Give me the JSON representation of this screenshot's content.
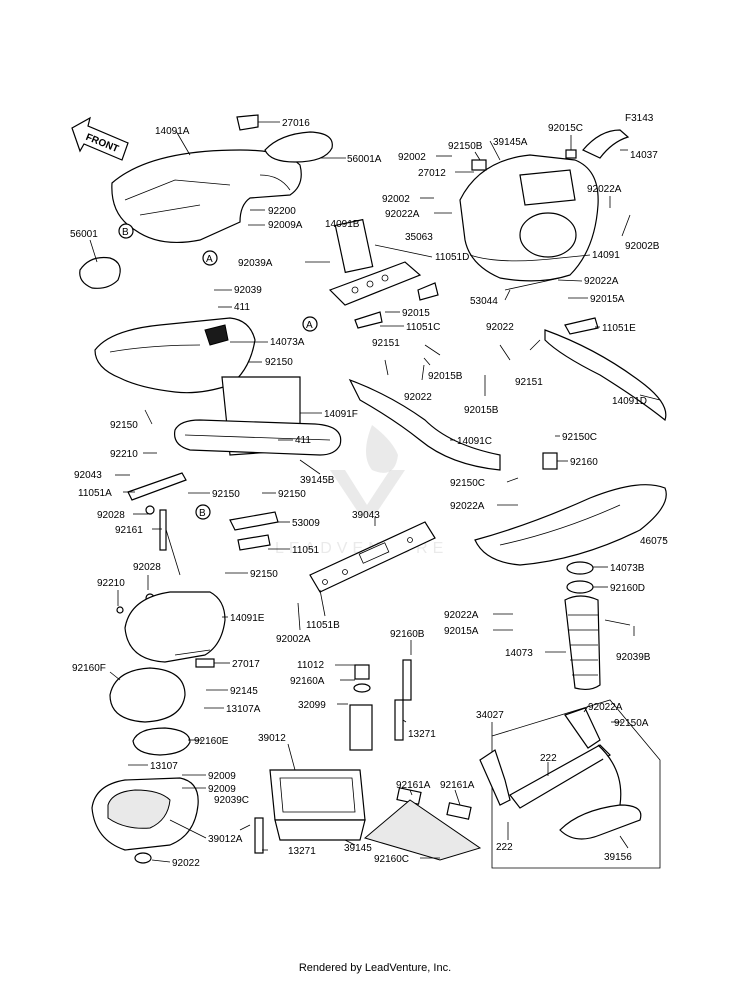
{
  "diagram_code": "F3143",
  "front_arrow_label": "FRONT",
  "footer_text": "Rendered by LeadVenture, Inc.",
  "watermark_text": "LEADVENTURE",
  "callouts": {
    "a_upper": "A",
    "a_lower": "A",
    "b_upper": "B",
    "b_lower": "B"
  },
  "labels": {
    "p14091A": "14091A",
    "p27016": "27016",
    "p56001A": "56001A",
    "p92200": "92200",
    "p92009A": "92009A",
    "p56001": "56001",
    "p14091B": "14091B",
    "p35063": "35063",
    "p92039A": "92039A",
    "p92039": "92039",
    "p411a": "411",
    "p14073A": "14073A",
    "p92150a": "92150",
    "p92150b": "92150",
    "p14091F": "14091F",
    "p411b": "411",
    "p39145B": "39145B",
    "p92210a": "92210",
    "p92043": "92043",
    "p11051A": "11051A",
    "p92150c": "92150",
    "p92150d": "92150",
    "p92028a": "92028",
    "p92161": "92161",
    "p53009": "53009",
    "p11051": "11051",
    "p92150e": "92150",
    "p39043": "39043",
    "p92028b": "92028",
    "p92210b": "92210",
    "p14091E": "14091E",
    "p11051B": "11051B",
    "p92002A": "92002A",
    "p92160F": "92160F",
    "p27017": "27017",
    "p92145": "92145",
    "p13107A": "13107A",
    "p92160E": "92160E",
    "p13107": "13107",
    "p92009a": "92009",
    "p92009b": "92009",
    "p39012A": "39012A",
    "p92022a": "92022",
    "p92150B": "92150B",
    "p39145A": "39145A",
    "p92015C": "92015C",
    "p14037": "14037",
    "p92002a": "92002",
    "p27012": "27012",
    "p92002b": "92002",
    "p92022A1": "92022A",
    "p92022A2": "92022A",
    "p92002B": "92002B",
    "p11051D": "11051D",
    "p14091": "14091",
    "p92022A3": "92022A",
    "p53044": "53044",
    "p92015A1": "92015A",
    "p92015": "92015",
    "p11051C": "11051C",
    "p11051E": "11051E",
    "p92022b": "92022",
    "p92151a": "92151",
    "p92015B1": "92015B",
    "p92022c": "92022",
    "p92151b": "92151",
    "p92015B2": "92015B",
    "p14091D": "14091D",
    "p14091C": "14091C",
    "p92150C1": "92150C",
    "p92150C2": "92150C",
    "p92160": "92160",
    "p92022A4": "92022A",
    "p46075": "46075",
    "p14073B": "14073B",
    "p92160D": "92160D",
    "p92022A5": "92022A",
    "p92015A2": "92015A",
    "p14073": "14073",
    "p92039B": "92039B",
    "p92160B": "92160B",
    "p11012": "11012",
    "p92160A": "92160A",
    "p32099": "32099",
    "p13271a": "13271",
    "p39012": "39012",
    "p92039C": "92039C",
    "p13271b": "13271",
    "p39145": "39145",
    "p92161A1": "92161A",
    "p92161A2": "92161A",
    "p92160C": "92160C",
    "p34027": "34027",
    "p92022A6": "92022A",
    "p92150A": "92150A",
    "p222a": "222",
    "p222b": "222",
    "p39156": "39156"
  }
}
